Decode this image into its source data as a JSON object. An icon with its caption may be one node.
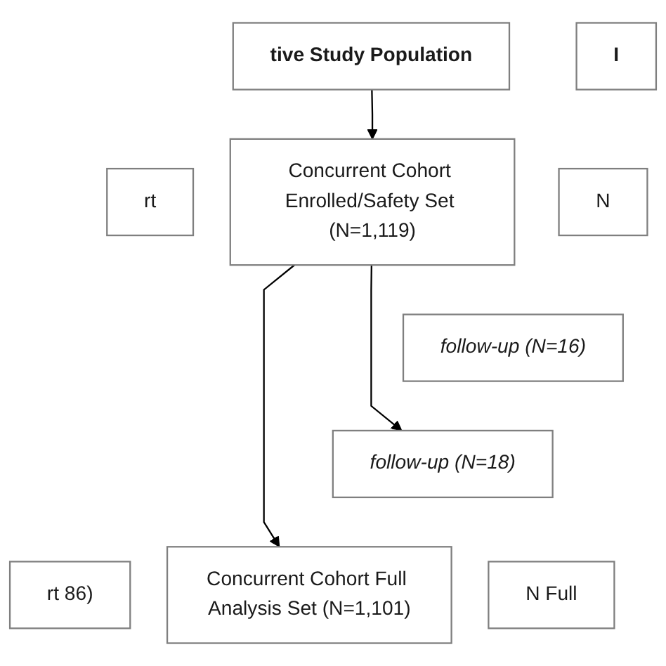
{
  "diagram": {
    "nodes": [
      {
        "text": [
          "tive Study Population"
        ]
      },
      {
        "text": [
          "I"
        ]
      },
      {
        "text": [
          "rt"
        ]
      },
      {
        "text": [
          "Concurrent Cohort Enrolled/Safety Set (N=1,119)"
        ]
      },
      {
        "text": [
          "N"
        ]
      },
      {
        "text": [
          "follow-up (N=16)"
        ]
      },
      {
        "text": [
          "follow-up (N=18)"
        ]
      },
      {
        "text": [
          "rt 86)"
        ]
      },
      {
        "text": [
          "Concurrent Cohort Full Analysis Set (N=1,101)"
        ]
      },
      {
        "text": [
          "N Full"
        ]
      }
    ],
    "edges": [
      {
        "from": 0,
        "to": 3,
        "arrow": "to"
      },
      {
        "from": 3,
        "to": 6,
        "arrow": "to"
      },
      {
        "from": 3,
        "to": 8,
        "arrow": "to"
      }
    ]
  }
}
